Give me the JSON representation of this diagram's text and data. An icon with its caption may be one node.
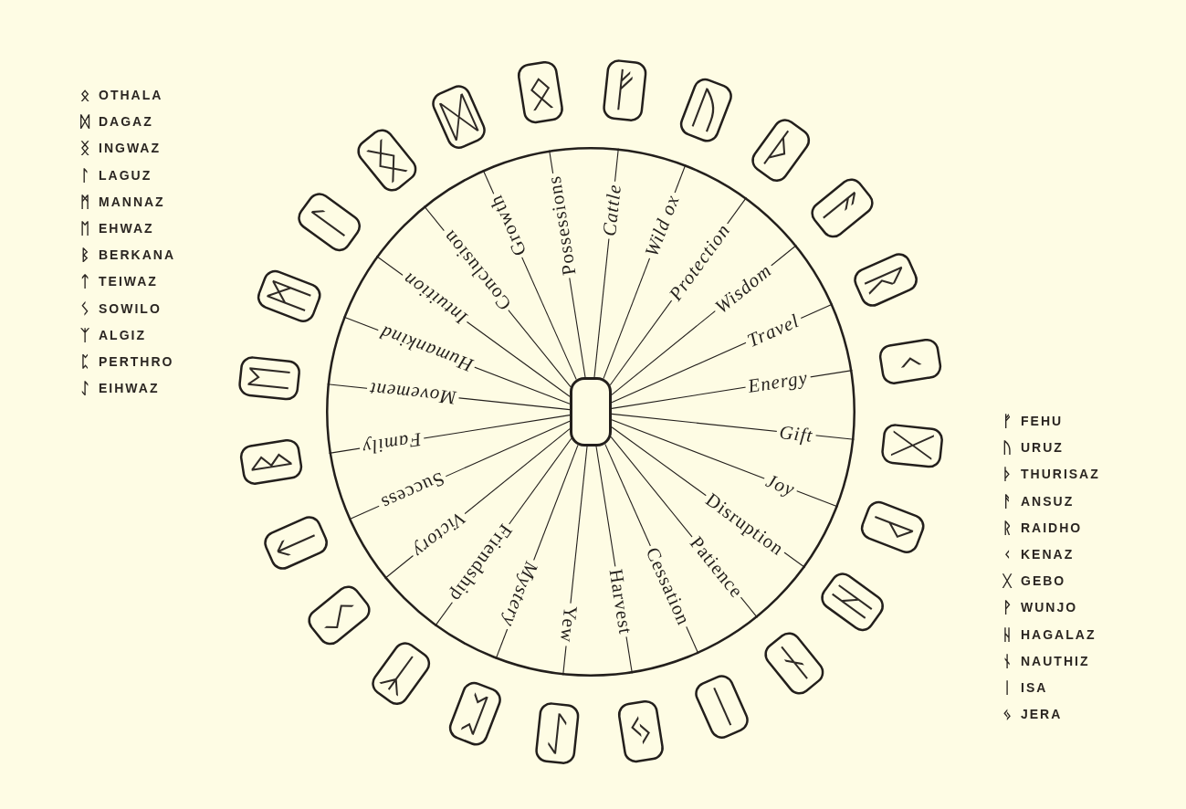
{
  "diagram": {
    "nodes": [
      {
        "text": [],
        "shape": "circle"
      },
      {
        "text": [],
        "shape": "box",
        "in": 0
      },
      {
        "text": [
          "ᚠ"
        ]
      },
      {
        "text": [
          "ᚢ"
        ]
      },
      {
        "text": [
          "ᚦ"
        ]
      },
      {
        "text": [
          "ᚨ"
        ]
      },
      {
        "text": [
          "ᚱ"
        ]
      },
      {
        "text": [
          "ᚲ"
        ]
      },
      {
        "text": [
          "ᚷ"
        ]
      },
      {
        "text": [
          "ᚹ"
        ]
      },
      {
        "text": [
          "ᚺ"
        ]
      },
      {
        "text": [
          "ᚾ"
        ]
      },
      {
        "text": [
          "ᛁ"
        ]
      },
      {
        "text": [
          "ᛃ"
        ]
      },
      {
        "text": [
          "ᛇ"
        ]
      },
      {
        "text": [
          "ᛈ"
        ]
      },
      {
        "text": [
          "ᛉ"
        ]
      },
      {
        "text": [
          "ᛊ"
        ]
      },
      {
        "text": [
          "ᛏ"
        ]
      },
      {
        "text": [
          "ᛒ"
        ]
      },
      {
        "text": [
          "ᛖ"
        ]
      },
      {
        "text": [
          "ᛗ"
        ]
      },
      {
        "text": [
          "ᛚ"
        ]
      },
      {
        "text": [
          "ᛝ"
        ]
      },
      {
        "text": [
          "ᛞ"
        ]
      },
      {
        "text": [
          "ᛟ"
        ]
      }
    ],
    "edges": [
      {
        "from": 1,
        "to": 0,
        "arrow": "none",
        "label": "Cattle"
      },
      {
        "from": 1,
        "to": 0,
        "arrow": "none",
        "label": "Wild ox"
      },
      {
        "from": 1,
        "to": 0,
        "arrow": "none",
        "label": "Protection"
      },
      {
        "from": 1,
        "to": 0,
        "arrow": "none",
        "label": "Wisdom"
      },
      {
        "from": 1,
        "to": 0,
        "arrow": "none",
        "label": "Travel"
      },
      {
        "from": 1,
        "to": 0,
        "arrow": "none",
        "label": "Energy"
      },
      {
        "from": 1,
        "to": 0,
        "arrow": "none",
        "label": "Gift"
      },
      {
        "from": 1,
        "to": 0,
        "arrow": "none",
        "label": "Joy"
      },
      {
        "from": 1,
        "to": 0,
        "arrow": "none",
        "label": "Disruption"
      },
      {
        "from": 1,
        "to": 0,
        "arrow": "none",
        "label": "Patience"
      },
      {
        "from": 1,
        "to": 0,
        "arrow": "none",
        "label": "Cessation"
      },
      {
        "from": 1,
        "to": 0,
        "arrow": "none",
        "label": "Harvest"
      },
      {
        "from": 1,
        "to": 0,
        "arrow": "none",
        "label": "Yew"
      },
      {
        "from": 1,
        "to": 0,
        "arrow": "none",
        "label": "Mystery"
      },
      {
        "from": 1,
        "to": 0,
        "arrow": "none",
        "label": "Friendship"
      },
      {
        "from": 1,
        "to": 0,
        "arrow": "none",
        "label": "Victory"
      },
      {
        "from": 1,
        "to": 0,
        "arrow": "none",
        "label": "Success"
      },
      {
        "from": 1,
        "to": 0,
        "arrow": "none",
        "label": "Family"
      },
      {
        "from": 1,
        "to": 0,
        "arrow": "none",
        "label": "Movement"
      },
      {
        "from": 1,
        "to": 0,
        "arrow": "none",
        "label": "Humankind"
      },
      {
        "from": 1,
        "to": 0,
        "arrow": "none",
        "label": "Intuition"
      },
      {
        "from": 1,
        "to": 0,
        "arrow": "none",
        "label": "Conclusion"
      },
      {
        "from": 1,
        "to": 0,
        "arrow": "none",
        "label": "Growth"
      },
      {
        "from": 1,
        "to": 0,
        "arrow": "none",
        "label": "Possessions"
      }
    ],
    "labels": [
      "ᛟ",
      "OTHALA",
      "ᛞ",
      "DAGAZ",
      "ᛝ",
      "INGWAZ",
      "ᛚ",
      "LAGUZ",
      "ᛗ",
      "MANNAZ",
      "ᛖ",
      "EHWAZ",
      "ᛒ",
      "BERKANA",
      "ᛏ",
      "TEIWAZ",
      "ᛊ",
      "SOWILO",
      "ᛉ",
      "ALGIZ",
      "ᛈ",
      "PERTHRO",
      "ᛇ",
      "EIHWAZ",
      "ᚠ",
      "FEHU",
      "ᚢ",
      "URUZ",
      "ᚦ",
      "THURISAZ",
      "ᚨ",
      "ANSUZ",
      "ᚱ",
      "RAIDHO",
      "ᚲ",
      "KENAZ",
      "ᚷ",
      "GEBO",
      "ᚹ",
      "WUNJO",
      "ᚺ",
      "HAGALAZ",
      "ᚾ",
      "NAUTHIZ",
      "ᛁ",
      "ISA",
      "ᛃ",
      "JERA"
    ]
  }
}
